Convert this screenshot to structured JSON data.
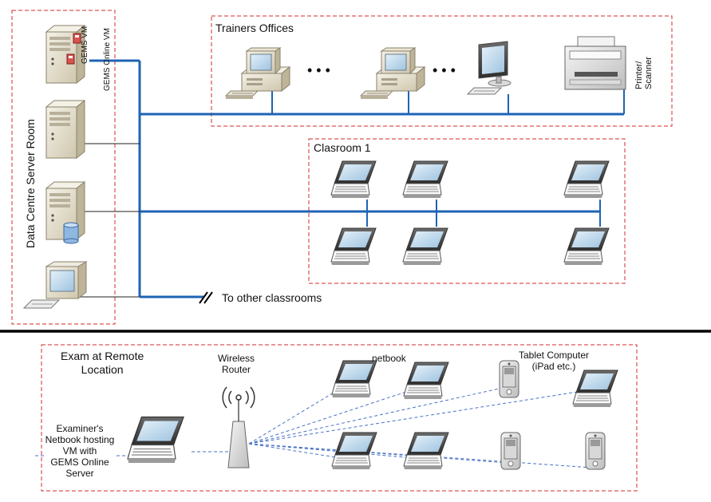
{
  "zones": {
    "datacentre": "Data Centre Server Room",
    "trainers": "Trainers Offices",
    "classroom": "Clasroom 1",
    "remote": [
      "Exam at Remote",
      "Location"
    ]
  },
  "labels": {
    "gems_vm": "GEMS VM",
    "gems_online_vm": "GEMS Online VM",
    "printer": [
      "Printer/",
      "Scanner"
    ],
    "ellipsis": "• • •",
    "other_classrooms": "To other classrooms",
    "router": [
      "Wireless",
      "Router"
    ],
    "netbook": "netbook",
    "tablet": [
      "Tablet Computer",
      "(iPad etc.)"
    ],
    "examiner": [
      "Examiner's",
      "Netbook hosting",
      "VM with",
      "GEMS Online",
      "Server"
    ]
  },
  "colors": {
    "dash": "#d62b2b",
    "backbone": "#1f63b4",
    "wireless": "#4a73c4",
    "separator": "#000000",
    "device_beige": "#e9e4d4",
    "screen_blue": "#b9d6ea"
  }
}
